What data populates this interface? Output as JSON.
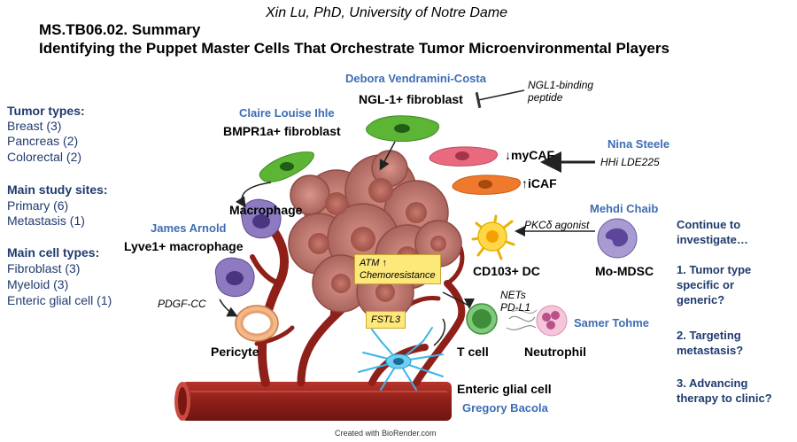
{
  "header": {
    "author": "Xin Lu, PhD, University of Notre Dame",
    "title_line1": "MS.TB06.02. Summary",
    "title_line2": "Identifying the Puppet Master Cells That Orchestrate Tumor Microenvironmental Players"
  },
  "left_panel": {
    "tumor_types_heading": "Tumor types:",
    "tumor_types": [
      "Breast (3)",
      "Pancreas (2)",
      "Colorectal (2)"
    ],
    "study_sites_heading": "Main study sites:",
    "study_sites": [
      "Primary (6)",
      "Metastasis (1)"
    ],
    "cell_types_heading": "Main cell types:",
    "cell_types": [
      "Fibroblast (3)",
      "Myeloid (3)",
      "Enteric glial cell (1)"
    ]
  },
  "scientists": {
    "vendramini": "Debora  Vendramini-Costa",
    "ihle": "Claire Louise Ihle",
    "steele": "Nina Steele",
    "chaib": "Mehdi Chaib",
    "arnold": "James Arnold",
    "tohme": "Samer Tohme",
    "bacola": "Gregory Bacola"
  },
  "cells": {
    "ngl1": "NGL-1+ fibroblast",
    "bmpr1a": "BMPR1a+ fibroblast",
    "mycaf": "↓myCAF",
    "icaf": "↑iCAF",
    "macrophage": "Macrophage",
    "lyve1": "Lyve1+ macrophage",
    "cd103": "CD103+ DC",
    "mo_mdsc": "Mo-MDSC",
    "pericyte": "Pericyte",
    "tcell": "T cell",
    "neutrophil": "Neutrophil",
    "enteric": "Enteric glial cell"
  },
  "agents": {
    "ngl1_peptide_line1": "NGL1-binding",
    "ngl1_peptide_line2": "peptide",
    "hhi": "HHi LDE225",
    "pkc": "PKCδ agonist",
    "pdgf": "PDGF-CC",
    "nets_line1": "NETs",
    "nets_line2": "PD-L1"
  },
  "tumor_boxes": {
    "atm_line1": "ATM ↑",
    "atm_line2": "Chemoresistance",
    "fstl3": "FSTL3"
  },
  "right_panel": {
    "continue_line1": "Continue to",
    "continue_line2": "investigate…",
    "q1_line1": "1. Tumor type",
    "q1_line2": "specific or",
    "q1_line3": "generic?",
    "q2_line1": "2. Targeting",
    "q2_line2": "metastasis?",
    "q3_line1": "3. Advancing",
    "q3_line2": "therapy to clinic?"
  },
  "footer": "Created with BioRender.com"
}
